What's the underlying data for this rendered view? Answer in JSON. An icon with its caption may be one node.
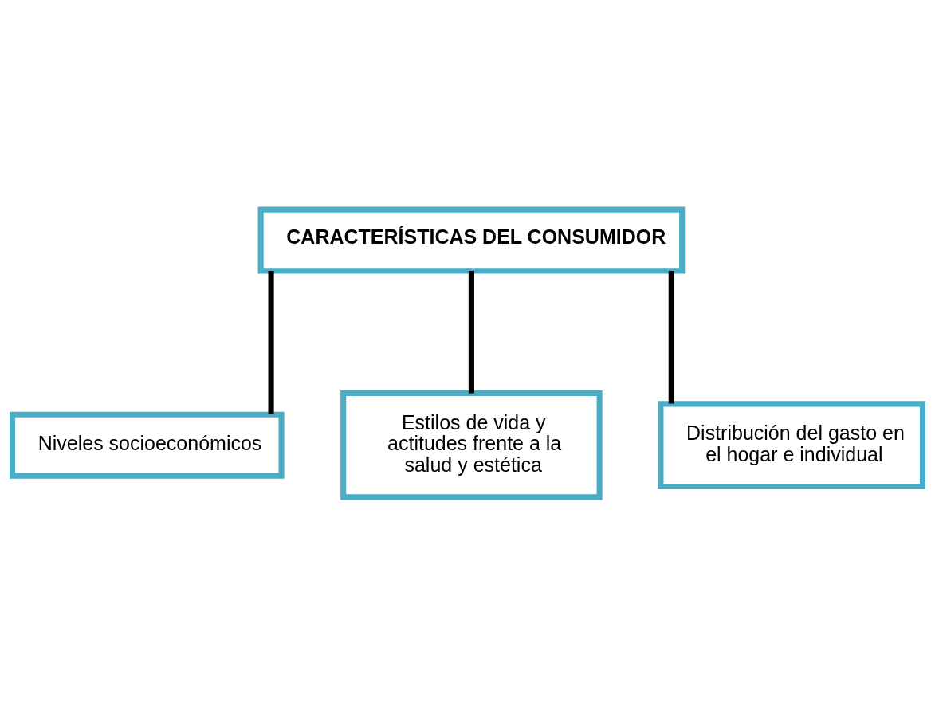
{
  "diagram": {
    "nodes": [
      {
        "text": [
          "CARACTERÍSTICAS DEL CONSUMIDOR"
        ]
      },
      {
        "text": [
          "Niveles socioeconómicos"
        ]
      },
      {
        "text": [
          "Estilos de vida y actitudes frente a la salud y estética"
        ]
      },
      {
        "text": [
          "Distribución del gasto en el hogar e individual"
        ]
      }
    ],
    "edges": [
      {
        "from": 0,
        "to": 1,
        "arrow": "none"
      },
      {
        "from": 0,
        "to": 2,
        "arrow": "none"
      },
      {
        "from": 0,
        "to": 3,
        "arrow": "none"
      }
    ]
  }
}
